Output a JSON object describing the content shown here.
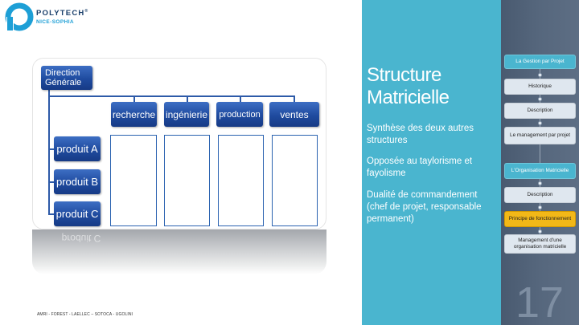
{
  "logo": {
    "name": "POLYTECH",
    "registered": "®",
    "sub": "NICE-SOPHIA"
  },
  "diagram": {
    "top_box": "Direction Générale",
    "departments": [
      "recherche",
      "ingénierie",
      "production",
      "ventes"
    ],
    "products": [
      "produit A",
      "produit B",
      "produit C"
    ],
    "reflection": "produit C"
  },
  "footer": "AMRI - FOREST - LAELLEC – SOTOCA - UGOLINI",
  "slide": {
    "title_line1": "Structure",
    "title_line2": "Matricielle",
    "bullets": [
      "Synthèse des deux autres structures",
      "Opposée au taylorisme et fayolisme",
      "Dualité de commandement (chef de projet, responsable permanent)"
    ]
  },
  "nav": {
    "sections": [
      {
        "label": "La Gestion par Projet",
        "items": [
          "Historique",
          "Description",
          "Le management par projet"
        ]
      },
      {
        "label": "L'Organisation Matricielle",
        "items": [
          "Description",
          "Principe de fonctionnement",
          "Management d'une organisation matricielle"
        ]
      }
    ],
    "active_item": "Principe de fonctionnement",
    "page_number": "17"
  },
  "colors": {
    "teal_panel": "#4ab5cf",
    "nav_panel": "#56677d",
    "box_blue": "#1f4b9f",
    "active_highlight": "#f2b818"
  },
  "icons": {
    "logo": "polytech-logo-icon"
  }
}
